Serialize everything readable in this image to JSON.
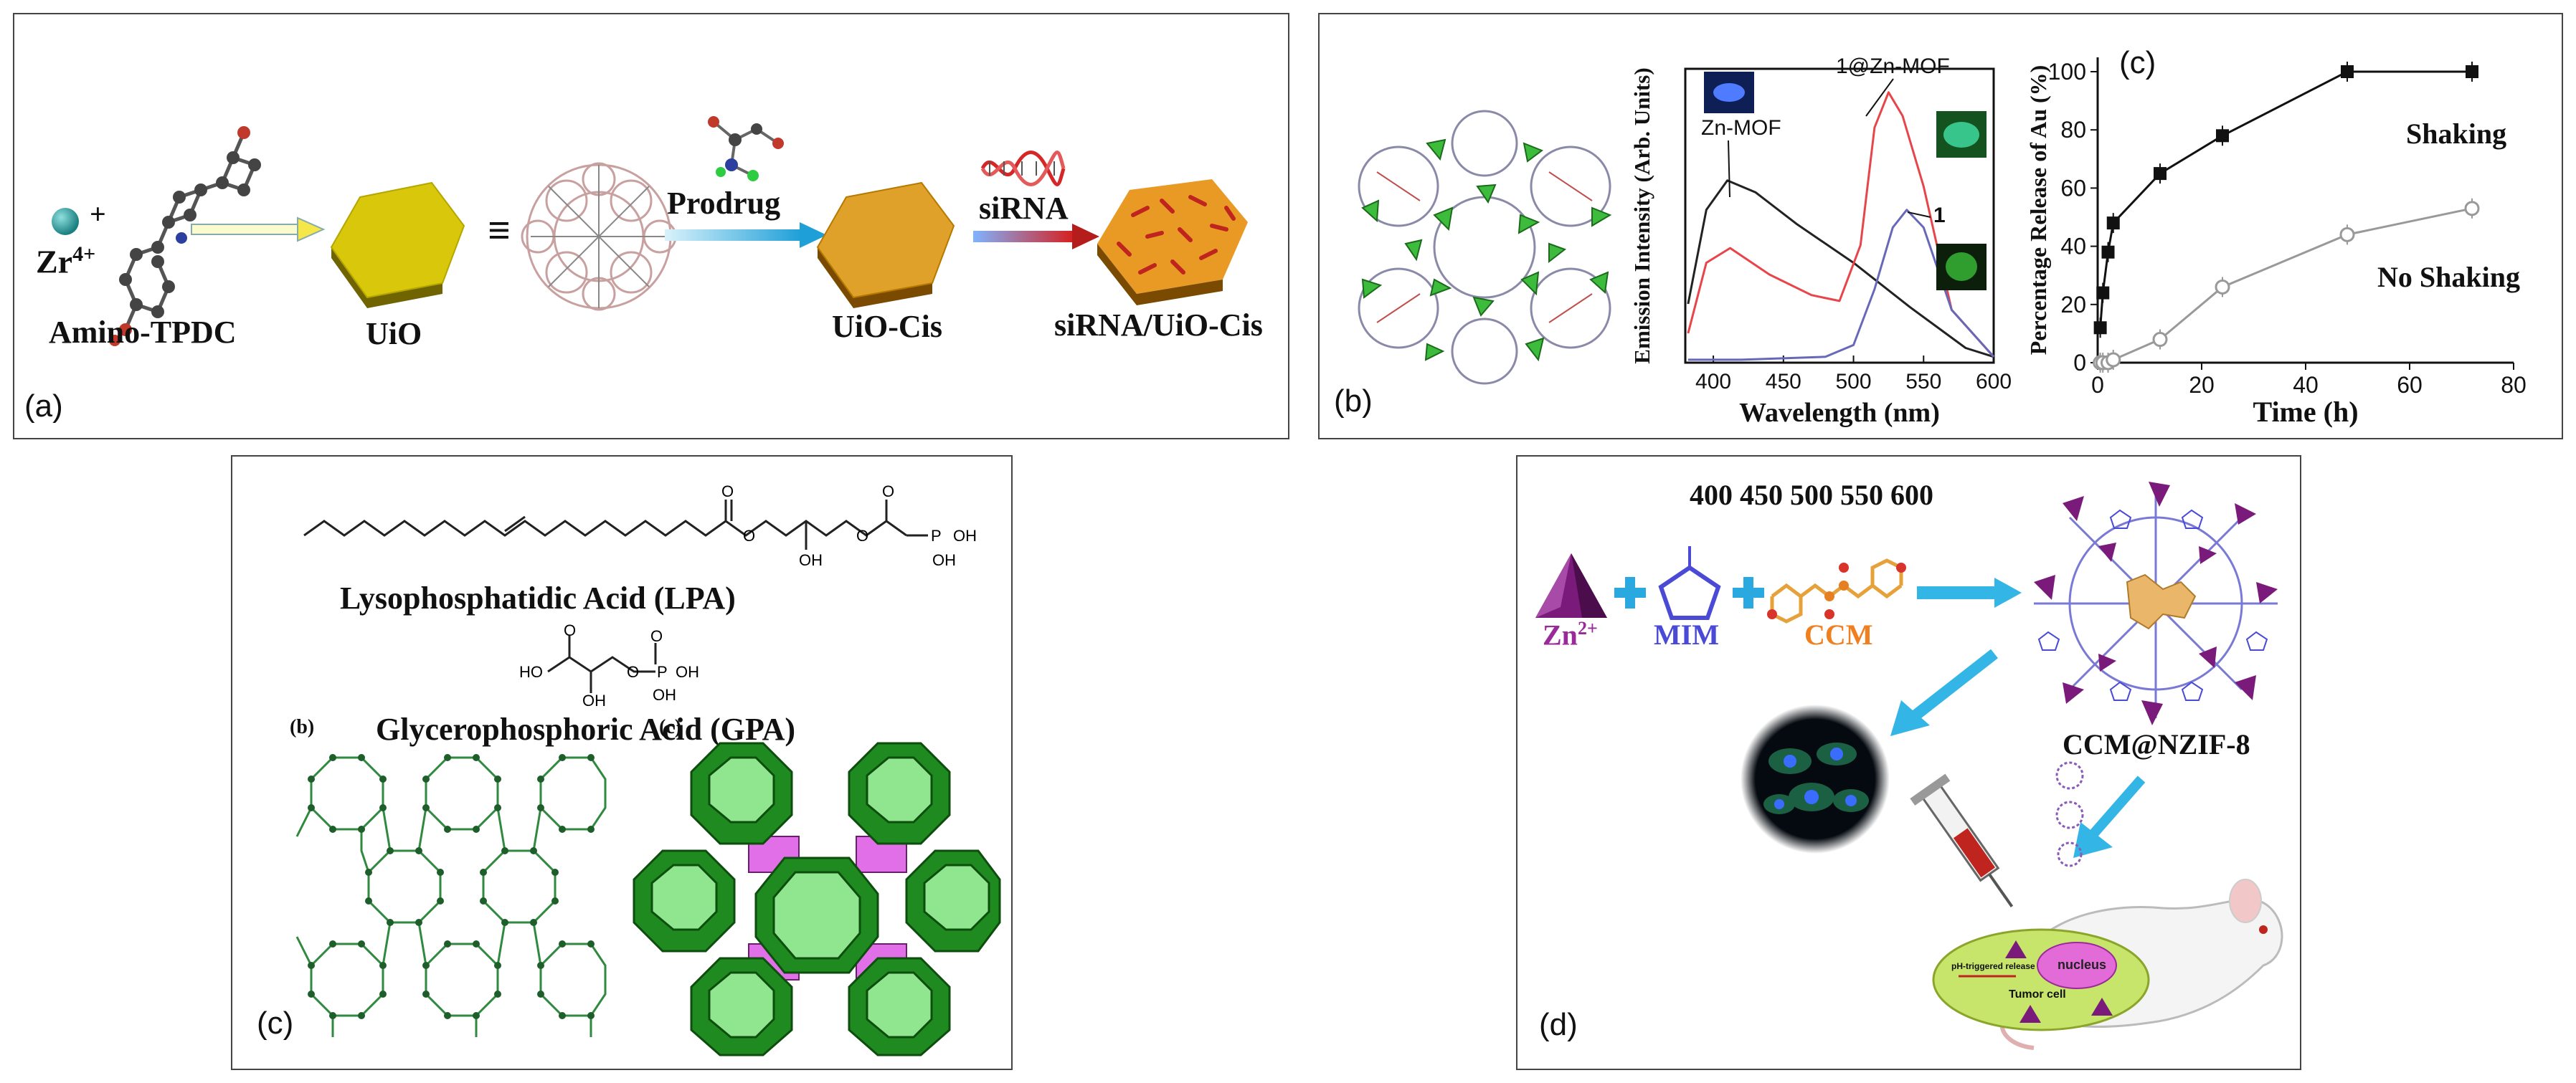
{
  "panel_a": {
    "label": "(a)",
    "zr_label": "Zr",
    "zr_charge": "4+",
    "plus": "+",
    "ligand_label": "Amino-TPDC",
    "uio_label": "UiO",
    "equiv": "≡",
    "prodrug_label": "Prodrug",
    "uio_cis_label": "UiO-Cis",
    "sirna_label": "siRNA",
    "sirna_uio_cis_label": "siRNA/UiO-Cis"
  },
  "panel_b": {
    "label": "(b)",
    "zn_mof_label": "Zn-MOF",
    "one_at_zn_mof_label": "1@Zn-MOF",
    "one_label": "1",
    "colors": {
      "black": "#222222",
      "red": "#e8454a",
      "blue": "#6868b8"
    }
  },
  "panel_c_top": {
    "label": "(c)"
  },
  "panel_c": {
    "label": "(c)",
    "lpa_label": "Lysophosphatidic Acid (LPA)",
    "gpa_label": "Glycerophosphoric Acid (GPA)",
    "sub_b": "(b)",
    "sub_c": "(c)",
    "chem": {
      "o": "O",
      "p": "P",
      "oh": "OH",
      "ho": "HO"
    }
  },
  "panel_d": {
    "label": "(d)",
    "numbers": "400 450 500 550 600",
    "zn_label": "Zn",
    "zn_charge": "2+",
    "mim_label": "MIM",
    "ccm_label": "CCM",
    "product_label": "CCM@NZIF-8",
    "ph_label": "pH-triggered release",
    "nucleus_label": "nucleus",
    "tumor_label": "Tumor cell"
  },
  "chart_data": [
    {
      "type": "line",
      "xlabel": "Wavelength (nm)",
      "ylabel": "Emission Intensity (Arb. Units)",
      "xlim": [
        380,
        600
      ],
      "xticks": [
        400,
        450,
        500,
        550,
        600
      ],
      "series": [
        {
          "name": "Zn-MOF",
          "color": "#222222",
          "x": [
            382,
            395,
            410,
            430,
            460,
            500,
            540,
            580,
            600
          ],
          "y": [
            0.2,
            0.52,
            0.62,
            0.58,
            0.47,
            0.34,
            0.19,
            0.05,
            0.02
          ]
        },
        {
          "name": "1@Zn-MOF",
          "color": "#e8454a",
          "x": [
            382,
            395,
            412,
            440,
            470,
            490,
            505,
            515,
            525,
            535,
            550,
            570,
            600
          ],
          "y": [
            0.1,
            0.34,
            0.39,
            0.3,
            0.23,
            0.21,
            0.4,
            0.8,
            0.92,
            0.84,
            0.6,
            0.18,
            0.02
          ]
        },
        {
          "name": "1",
          "color": "#6868b8",
          "x": [
            382,
            420,
            480,
            500,
            515,
            528,
            538,
            550,
            570,
            600
          ],
          "y": [
            0.01,
            0.01,
            0.02,
            0.06,
            0.25,
            0.46,
            0.52,
            0.46,
            0.18,
            0.02
          ]
        }
      ]
    },
    {
      "type": "line",
      "xlabel": "Time (h)",
      "ylabel": "Percentage Release of Au (%)",
      "xlim": [
        0,
        80
      ],
      "ylim": [
        0,
        100
      ],
      "xticks": [
        0,
        20,
        40,
        60,
        80
      ],
      "yticks": [
        0,
        20,
        40,
        60,
        80,
        100
      ],
      "series": [
        {
          "name": "Shaking",
          "marker": "filled-square",
          "color": "#111111",
          "x": [
            0.5,
            1,
            2,
            3,
            12,
            24,
            48,
            72
          ],
          "y": [
            12,
            24,
            38,
            48,
            65,
            78,
            100,
            100
          ]
        },
        {
          "name": "No Shaking",
          "marker": "open-circle",
          "color": "#999999",
          "x": [
            0.5,
            1,
            2,
            3,
            12,
            24,
            48,
            72
          ],
          "y": [
            0,
            0,
            0,
            1,
            8,
            26,
            44,
            53
          ]
        }
      ]
    }
  ]
}
